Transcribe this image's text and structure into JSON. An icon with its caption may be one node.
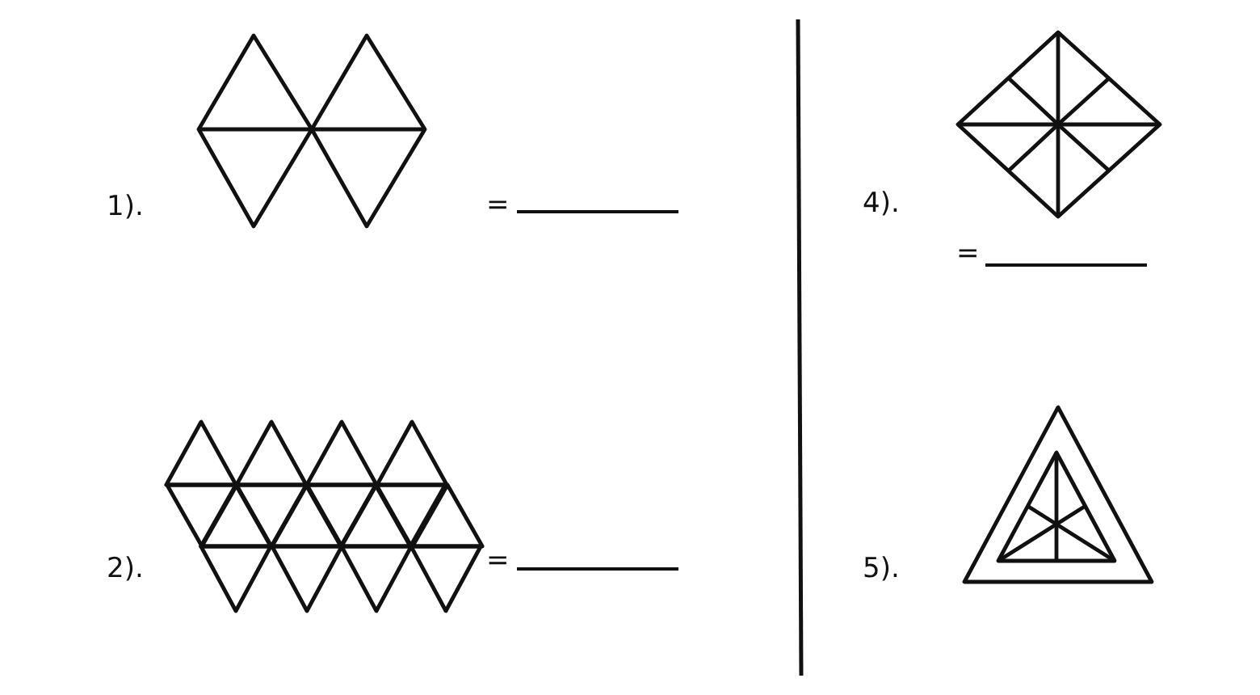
{
  "diagram": {
    "labels": [
      "1).",
      "=",
      "4).",
      "=",
      "2).",
      "=",
      "5)."
    ]
  }
}
